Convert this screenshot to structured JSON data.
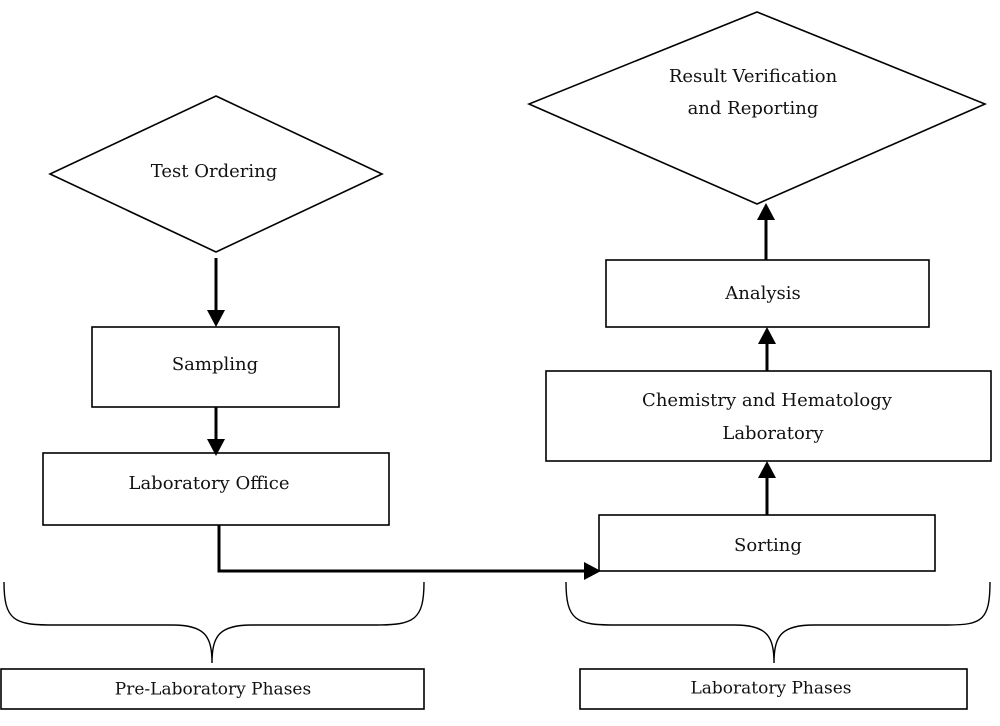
{
  "nodes": {
    "test_ordering": "Test Ordering",
    "sampling": "Sampling",
    "laboratory_office": "Laboratory Office",
    "sorting": "Sorting",
    "chem_heme_line1": "Chemistry and Hematology",
    "chem_heme_line2": "Laboratory",
    "analysis": "Analysis",
    "result_line1": "Result Verification",
    "result_line2": "and  Reporting"
  },
  "phases": {
    "pre_laboratory": "Pre-Laboratory Phases",
    "laboratory": "Laboratory Phases"
  }
}
